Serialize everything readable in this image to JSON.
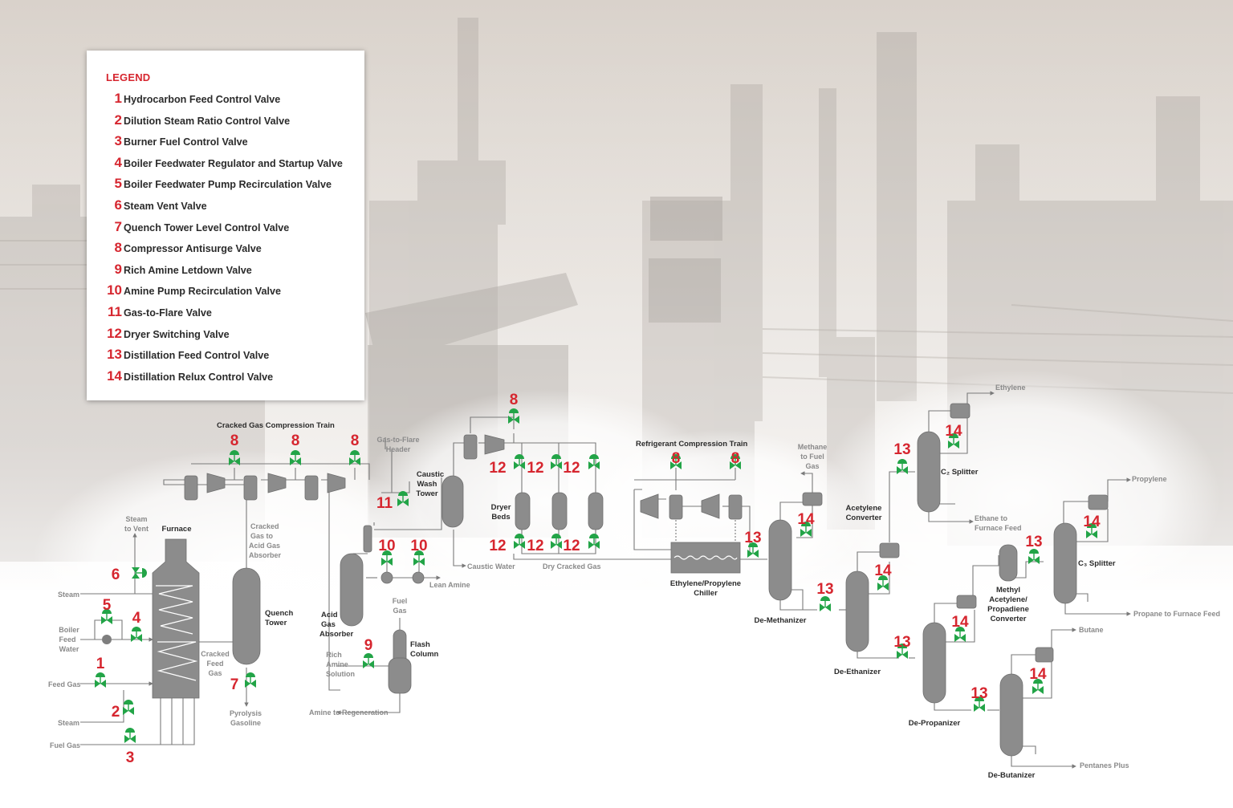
{
  "legend": {
    "title": "LEGEND",
    "items": [
      {
        "num": "1",
        "label": "Hydrocarbon Feed Control Valve"
      },
      {
        "num": "2",
        "label": "Dilution Steam Ratio Control Valve"
      },
      {
        "num": "3",
        "label": "Burner Fuel Control Valve"
      },
      {
        "num": "4",
        "label": "Boiler Feedwater Regulator and Startup Valve"
      },
      {
        "num": "5",
        "label": "Boiler Feedwater Pump Recirculation Valve"
      },
      {
        "num": "6",
        "label": "Steam Vent Valve"
      },
      {
        "num": "7",
        "label": "Quench Tower Level Control Valve"
      },
      {
        "num": "8",
        "label": "Compressor Antisurge Valve"
      },
      {
        "num": "9",
        "label": "Rich Amine Letdown Valve"
      },
      {
        "num": "10",
        "label": "Amine Pump Recirculation Valve"
      },
      {
        "num": "11",
        "label": "Gas-to-Flare Valve"
      },
      {
        "num": "12",
        "label": "Dryer Switching Valve"
      },
      {
        "num": "13",
        "label": "Distillation Feed Control Valve"
      },
      {
        "num": "14",
        "label": "Distillation Relux Control Valve"
      }
    ]
  },
  "diagram": {
    "labels": {
      "cracked_gas_train": "Cracked Gas Compression Train",
      "refrigerant_train": "Refrigerant Compression Train",
      "furnace": "Furnace",
      "quench_tower_1": "Quench",
      "quench_tower_2": "Tower",
      "steam_to_vent_1": "Steam",
      "steam_to_vent_2": "to Vent",
      "steam_out": "Steam",
      "bfw_1": "Boiler",
      "bfw_2": "Feed",
      "bfw_3": "Water",
      "feed_gas": "Feed Gas",
      "steam_in": "Steam",
      "fuel_gas_in": "Fuel Gas",
      "cracked_feed_gas_1": "Cracked",
      "cracked_feed_gas_2": "Feed",
      "cracked_feed_gas_3": "Gas",
      "cracked_to_acid_1": "Cracked",
      "cracked_to_acid_2": "Gas to",
      "cracked_to_acid_3": "Acid Gas",
      "cracked_to_acid_4": "Absorber",
      "pyrolysis_1": "Pyrolysis",
      "pyrolysis_2": "Gasoline",
      "gas_to_flare_1": "Gas-to-Flare",
      "gas_to_flare_2": "Header",
      "caustic_tower_1": "Caustic",
      "caustic_tower_2": "Wash",
      "caustic_tower_3": "Tower",
      "caustic_water": "Caustic Water",
      "lean_amine": "Lean Amine",
      "acid_absorber_1": "Acid",
      "acid_absorber_2": "Gas",
      "acid_absorber_3": "Absorber",
      "fuel_gas_top_1": "Fuel",
      "fuel_gas_top_2": "Gas",
      "flash_column_1": "Flash",
      "flash_column_2": "Column",
      "rich_amine_1": "Rich",
      "rich_amine_2": "Amine",
      "rich_amine_3": "Solution",
      "amine_regen": "Amine to Regeneration",
      "dryer_beds_1": "Dryer",
      "dryer_beds_2": "Beds",
      "dry_cracked_gas": "Dry Cracked Gas",
      "chiller_1": "Ethylene/Propylene",
      "chiller_2": "Chiller",
      "methane_1": "Methane",
      "methane_2": "to Fuel",
      "methane_3": "Gas",
      "demethanizer": "De-Methanizer",
      "acetylene_1": "Acetylene",
      "acetylene_2": "Converter",
      "ethylene": "Ethylene",
      "c2_splitter": "C₂ Splitter",
      "ethane_1": "Ethane to",
      "ethane_2": "Furnace Feed",
      "deethanizer": "De-Ethanizer",
      "propylene": "Propylene",
      "c3_splitter": "C₃ Splitter",
      "mapd_1": "Methyl",
      "mapd_2": "Acetylene/",
      "mapd_3": "Propadiene",
      "mapd_4": "Converter",
      "propane": "Propane to Furnace Feed",
      "depropanizer": "De-Propanizer",
      "butane": "Butane",
      "debutanizer": "De-Butanizer",
      "pentanes": "Pentanes Plus"
    },
    "valves": [
      {
        "id": "v1",
        "num": "1"
      },
      {
        "id": "v2",
        "num": "2"
      },
      {
        "id": "v3",
        "num": "3"
      },
      {
        "id": "v4",
        "num": "4"
      },
      {
        "id": "v5",
        "num": "5"
      },
      {
        "id": "v6",
        "num": "6"
      },
      {
        "id": "v7",
        "num": "7"
      },
      {
        "id": "v8a",
        "num": "8"
      },
      {
        "id": "v8b",
        "num": "8"
      },
      {
        "id": "v8c",
        "num": "8"
      },
      {
        "id": "v8d",
        "num": "8"
      },
      {
        "id": "v8e",
        "num": "8"
      },
      {
        "id": "v8f",
        "num": "8"
      },
      {
        "id": "v9",
        "num": "9"
      },
      {
        "id": "v10a",
        "num": "10"
      },
      {
        "id": "v10b",
        "num": "10"
      },
      {
        "id": "v11",
        "num": "11"
      },
      {
        "id": "v12a",
        "num": "12"
      },
      {
        "id": "v12b",
        "num": "12"
      },
      {
        "id": "v12c",
        "num": "12"
      },
      {
        "id": "v12d",
        "num": "12"
      },
      {
        "id": "v12e",
        "num": "12"
      },
      {
        "id": "v12f",
        "num": "12"
      },
      {
        "id": "v13a",
        "num": "13"
      },
      {
        "id": "v13b",
        "num": "13"
      },
      {
        "id": "v13c",
        "num": "13"
      },
      {
        "id": "v13d",
        "num": "13"
      },
      {
        "id": "v13e",
        "num": "13"
      },
      {
        "id": "v13f",
        "num": "13"
      },
      {
        "id": "v14a",
        "num": "14"
      },
      {
        "id": "v14b",
        "num": "14"
      },
      {
        "id": "v14c",
        "num": "14"
      },
      {
        "id": "v14d",
        "num": "14"
      },
      {
        "id": "v14e",
        "num": "14"
      },
      {
        "id": "v14f",
        "num": "14"
      }
    ],
    "colors": {
      "valve_green": "#22a447",
      "number_red": "#d6262f",
      "equipment_gray": "#8a8a8a",
      "line_gray": "#7a7a7a"
    }
  }
}
